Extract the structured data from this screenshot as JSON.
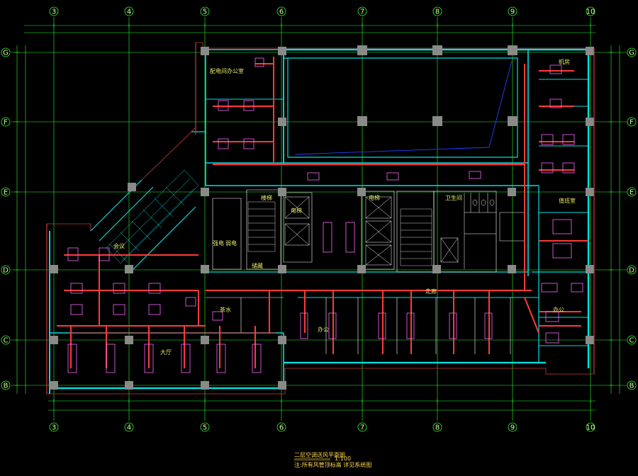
{
  "drawing": {
    "title": "二层空调送风平面图",
    "scale": "1:100",
    "subtitle": "注:所有风管顶标高 详见系统图"
  },
  "axes": {
    "columns": [
      "3",
      "4",
      "5",
      "6",
      "7",
      "8",
      "9",
      "10"
    ],
    "rows": [
      "G",
      "F",
      "E",
      "D",
      "C",
      "B"
    ]
  },
  "rooms": {
    "office_top_left": "配电间办公室",
    "electric_1": "强电",
    "electric_2": "弱电",
    "stair_label": "楼梯",
    "elevator_1": "电梯",
    "elevator_2": "电梯",
    "hall": "大厅",
    "toilet": "卫生间",
    "storage": "储藏",
    "pantry": "茶水",
    "machine": "机房",
    "duty_room": "值班室",
    "corridor": "走廊",
    "office_1": "办公",
    "office_2": "办公",
    "meeting": "会议"
  },
  "colors": {
    "wall": "#00e0e0",
    "duct": "#ff3a3a",
    "unit": "#ff66ff",
    "grid": "#2aff2a",
    "column": "#8a8a8a",
    "outline": "#c83c3c",
    "blue_line": "#2040ff",
    "text": "#ffff66"
  }
}
